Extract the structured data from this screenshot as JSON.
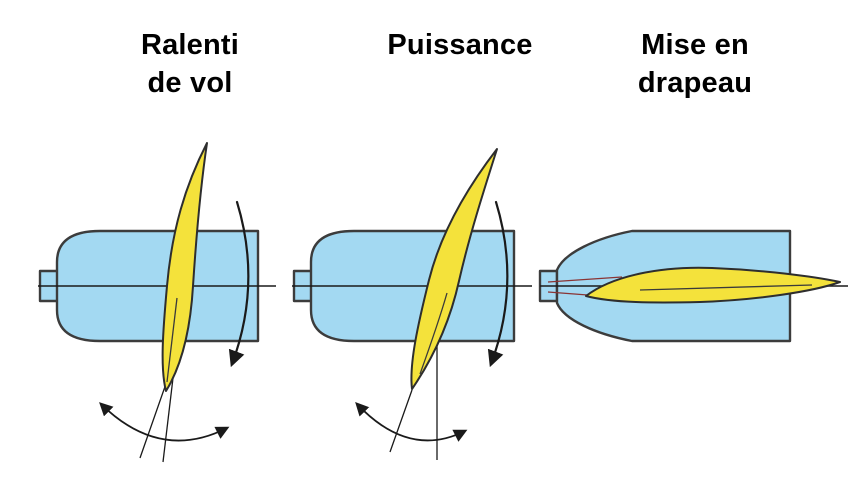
{
  "diagram": {
    "type": "propeller-pitch-positions",
    "language": "fr"
  },
  "panels": [
    {
      "id": "flight-idle",
      "label": "Ralenti\nde vol"
    },
    {
      "id": "power",
      "label": "Puissance"
    },
    {
      "id": "feather",
      "label": "Mise en\ndrapeau"
    }
  ],
  "colors": {
    "background": "#FFFFFF",
    "nacelle_fill": "#A3D9F2",
    "nacelle_outline": "#3C3C3C",
    "blade_fill": "#F4E23B",
    "blade_outline": "#2E2E2E",
    "line": "#1A1A1A",
    "rod_red": "#8A3434"
  }
}
